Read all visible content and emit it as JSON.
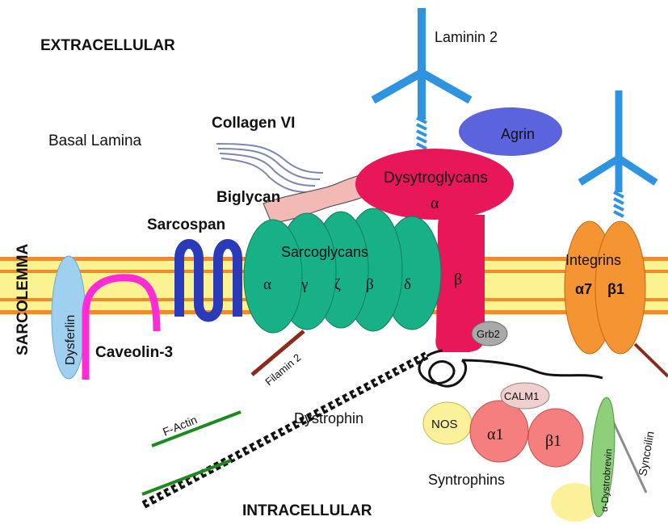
{
  "regions": {
    "extracellular": "EXTRACELLULAR",
    "intracellular": "INTRACELLULAR",
    "sarcolemma": "SARCOLEMMA"
  },
  "labels": {
    "laminin": "Laminin 2",
    "agrin": "Agrin",
    "collagen": "Collagen VI",
    "basal_lamina": "Basal Lamina",
    "biglycan": "Biglycan",
    "sarcospan": "Sarcospan",
    "dysferlin": "Dysferlin",
    "caveolin": "Caveolin-3",
    "filamin": "Filamin 2",
    "factin": "F-Actin",
    "dystrophin": "Dystrophin",
    "grb2": "Grb2",
    "calm1": "CALM1",
    "nos": "NOS",
    "syntrophins": "Syntrophins",
    "dystrobrevin": "α-Dystrobrevin",
    "syncoilin": "Syncoilin",
    "integrins": "Integrins",
    "integrin_a7": "α7",
    "integrin_b1": "β1"
  },
  "sarcoglycans": {
    "title": "Sarcoglycans",
    "subunits": [
      "α",
      "γ",
      "ζ",
      "β",
      "δ"
    ]
  },
  "dystroglycans": {
    "title": "Dysytroglycans",
    "alpha": "α",
    "beta": "β"
  },
  "syntrophin_units": {
    "a1": "α1",
    "b1": "β1"
  },
  "colors": {
    "membrane_band": "#fbf391",
    "membrane_line": "#f28a2a",
    "laminin": "#2f94e0",
    "agrin": "#5b63dd",
    "dystroglycan": "#e8175a",
    "sarcoglycan": "#18b086",
    "sarcospan": "#2a3ab8",
    "caveolin": "#ff2bd6",
    "dysferlin": "#9fd0ef",
    "integrin": "#f49433",
    "biglycan": "#f2b9b5",
    "syntrophin": "#f57f7f",
    "nos": "#fbf19a",
    "dystrobrevin": "#8ed07a",
    "filamin": "#8a2b1c",
    "factin_bar": "#1e8a1e",
    "syncoilin": "#8c8c8c",
    "grb2": "#a9a9a9",
    "collagen": "#7b86b3"
  }
}
